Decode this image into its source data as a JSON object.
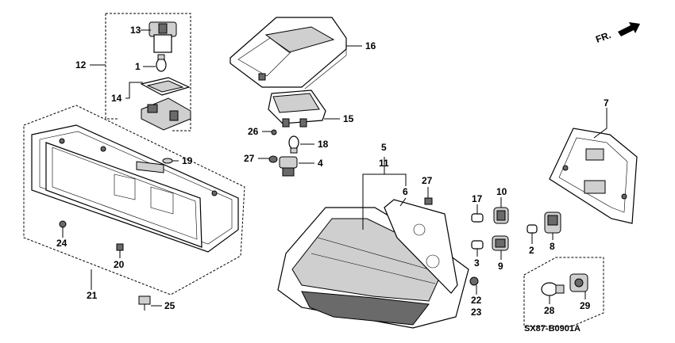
{
  "diagram": {
    "code": "SX87-B0901A",
    "direction_label": "FR.",
    "callouts": [
      "1",
      "2",
      "3",
      "4",
      "5",
      "6",
      "7",
      "8",
      "9",
      "10",
      "11",
      "12",
      "13",
      "14",
      "15",
      "16",
      "17",
      "18",
      "19",
      "20",
      "21",
      "22",
      "23",
      "24",
      "25",
      "26",
      "27",
      "27",
      "28",
      "29"
    ]
  }
}
